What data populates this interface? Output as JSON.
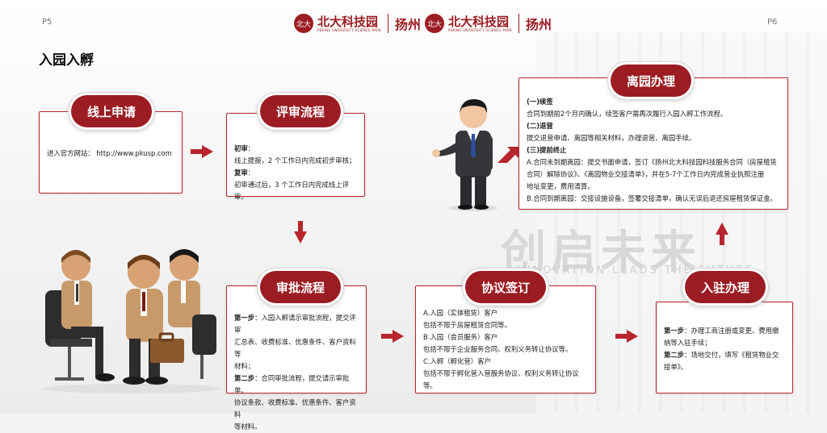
{
  "header": {
    "page_left": "P5",
    "page_right": "P6",
    "logo_cn": "北大科技园",
    "logo_en": "PEKING UNIVERSITY SCIENCE PARK",
    "logo_city": "扬州",
    "seal": "北大"
  },
  "page_title": "入园入孵",
  "watermark": {
    "main": "创启未来",
    "sub": "INNOVATION LEADS THE FUTURE"
  },
  "online": {
    "title": "线上申请",
    "text": "进入官方网站： http://www.pkusp.com"
  },
  "review": {
    "title": "评审流程",
    "initial_label": "初审",
    "initial_text": "线上提报，2 个工作日内完成初步审核；",
    "second_label": "复审",
    "second_text": "初审通过后，3 个工作日内完成线上评审。"
  },
  "approval": {
    "title": "审批流程",
    "step1_label": "第一步",
    "step1_text": "：入园入孵请示审批流程，提交评审",
    "step1_line2": "汇总表、收费标准、优惠条件、客户资料等",
    "step1_line3": "材料；",
    "step2_label": "第二步",
    "step2_text": "：合同审批流程，提交请示审批单、",
    "step2_line2": "协议条款、收费标准、优惠条件、客户资料",
    "step2_line3": "等材料。"
  },
  "agreement": {
    "title": "协议签订",
    "lines": [
      "A.入园（实体租赁）客户",
      "包括不限于房屋租赁合同等。",
      "B.入园（会员服务）客户",
      "包括不限于企业服务合同、权利义务转让协议等。",
      "C.入孵（孵化营）客户",
      "包括不限于孵化营入营服务协议、权利义务转让协议等。"
    ]
  },
  "settle": {
    "title": "入驻办理",
    "step1_label": "第一步",
    "step1_text": "：办理工商注册或变更、费用缴",
    "step1_line2": "纳等入驻手续；",
    "step2_label": "第二步",
    "step2_text": "：场地交付，填写《租赁物业交",
    "step2_line2": "接单》。"
  },
  "leave": {
    "title": "离园办理",
    "renew_label": "(一)续签",
    "renew_text": "合同到期前2个月内确认，续签客户需再次履行入园入孵工作流程。",
    "exit_label": "(二)退营",
    "exit_text": "提交退营申请、离园等相关材料，办理退营、离园手续。",
    "early_label": "(三)提前终止",
    "early_a1": "A.合同未到期离园：提交书面申请，签订《扬州北大科技园科技服务合同（房屋租赁",
    "early_a2": "合同）解除协议》、《离园物业交接清单》，并在5-7个工作日内完成营业执照注册",
    "early_a3": "地址变更，费用清算。",
    "early_b": "B.合同到期离园：交接设施设备，签署交接清单，确认无误后退还房屋租赁保证金。"
  },
  "colors": {
    "brand": "#9b1c22",
    "arrow": "#b7262e"
  }
}
